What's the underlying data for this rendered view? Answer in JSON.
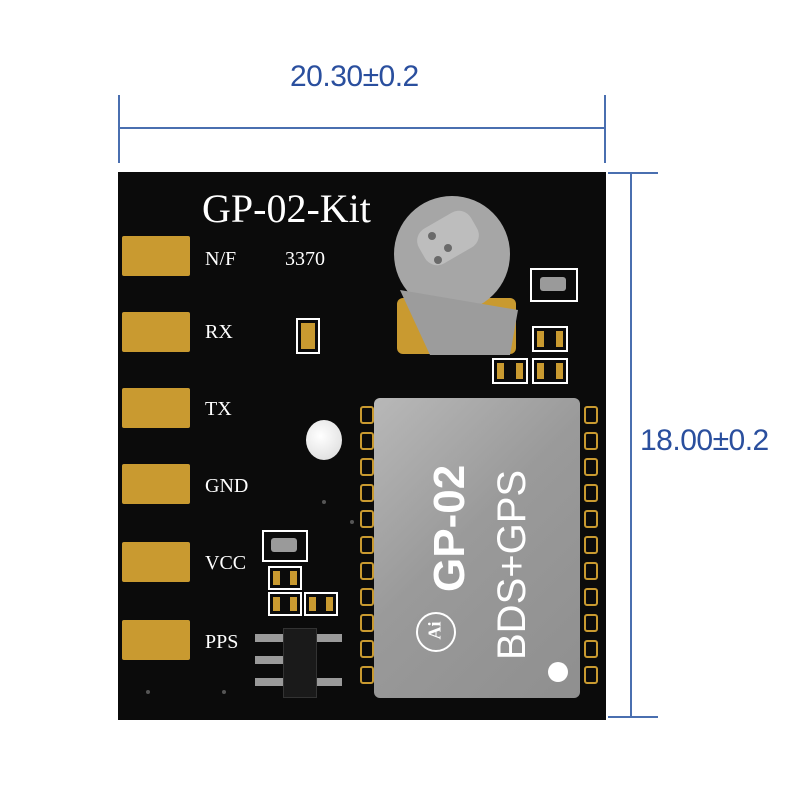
{
  "dimensions": {
    "width_label": "20.30±0.2",
    "height_label": "18.00±0.2"
  },
  "board": {
    "title": "GP-02-Kit",
    "code": "3370",
    "pins": [
      "N/F",
      "RX",
      "TX",
      "GND",
      "VCC",
      "PPS"
    ]
  },
  "module": {
    "name": "GP-02",
    "subtitle": "BDS+GPS",
    "logo_text": "Ai"
  },
  "colors": {
    "board": "#0b0b0b",
    "pad_gold": "#c99a30",
    "shield_silver": "#a8a8a8",
    "dimension_blue": "#2a4f9e"
  }
}
